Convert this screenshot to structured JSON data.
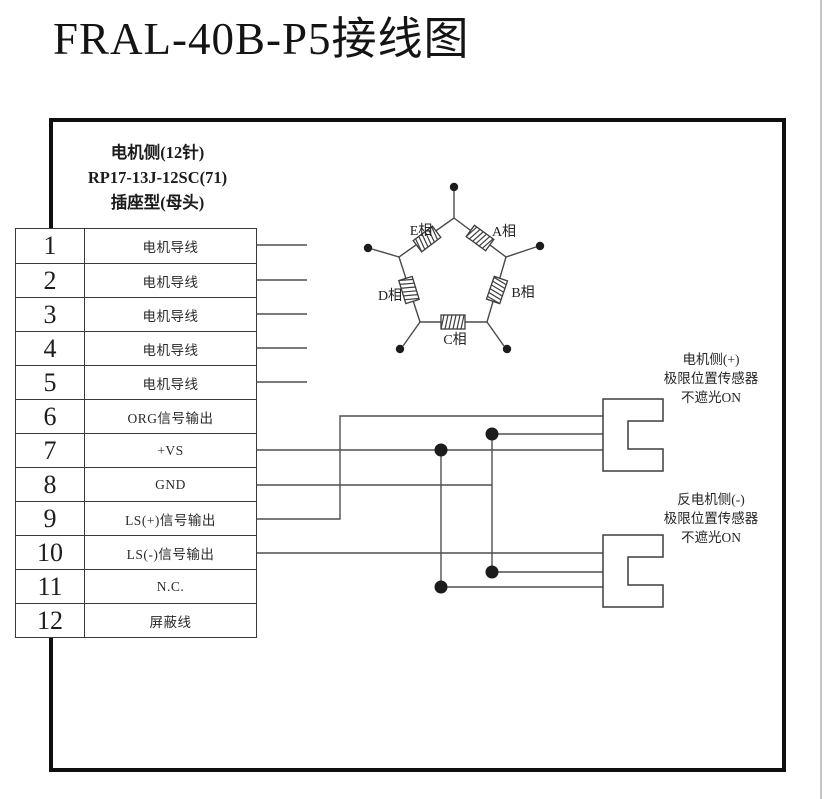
{
  "title": "FRAL-40B-P5接线图",
  "connector_label": {
    "line1": "电机侧(12针)",
    "line2": "RP17-13J-12SC(71)",
    "line3": "插座型(母头)"
  },
  "pin_table": {
    "rows": [
      {
        "pin": "1",
        "label": "电机导线"
      },
      {
        "pin": "2",
        "label": "电机导线"
      },
      {
        "pin": "3",
        "label": "电机导线"
      },
      {
        "pin": "4",
        "label": "电机导线"
      },
      {
        "pin": "5",
        "label": "电机导线"
      },
      {
        "pin": "6",
        "label": "ORG信号输出"
      },
      {
        "pin": "7",
        "label": "+VS"
      },
      {
        "pin": "8",
        "label": "GND"
      },
      {
        "pin": "9",
        "label": "LS(+)信号输出"
      },
      {
        "pin": "10",
        "label": "LS(-)信号输出"
      },
      {
        "pin": "11",
        "label": "N.C."
      },
      {
        "pin": "12",
        "label": "屏蔽线"
      }
    ]
  },
  "motor": {
    "phases": [
      {
        "label": "A相"
      },
      {
        "label": "B相"
      },
      {
        "label": "C相"
      },
      {
        "label": "D相"
      },
      {
        "label": "E相"
      }
    ]
  },
  "sensors": {
    "positive": {
      "line1": "电机侧(+)",
      "line2": "极限位置传感器",
      "line3": "不遮光ON"
    },
    "negative": {
      "line1": "反电机侧(-)",
      "line2": "极限位置传感器",
      "line3": "不遮光ON"
    }
  },
  "colors": {
    "ink": "#1f1f1f",
    "wire": "#4f4f4f",
    "frame": "#0f0f0f",
    "background": "#ffffff"
  }
}
